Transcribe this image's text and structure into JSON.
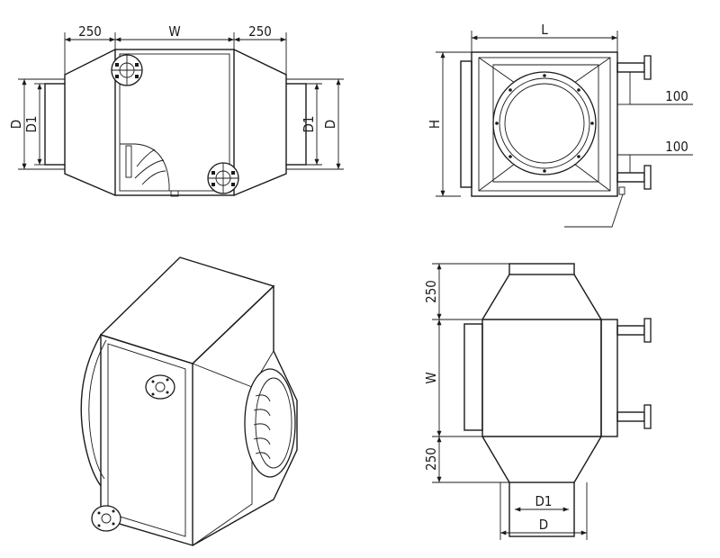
{
  "top_left_view": {
    "dim_left": "250",
    "dim_center": "W",
    "dim_right": "250",
    "dim_D_left": "D",
    "dim_D1_left": "D1",
    "dim_D1_right": "D1",
    "dim_D_right": "D"
  },
  "top_right_view": {
    "dim_L": "L",
    "dim_H": "H",
    "dim_100_top": "100",
    "dim_100_bottom": "100"
  },
  "bottom_right_view": {
    "dim_250_top": "250",
    "dim_W": "W",
    "dim_250_bottom": "250",
    "dim_D1": "D1",
    "dim_D": "D"
  },
  "colors": {
    "line": "#1a1a1a",
    "background": "#ffffff"
  }
}
